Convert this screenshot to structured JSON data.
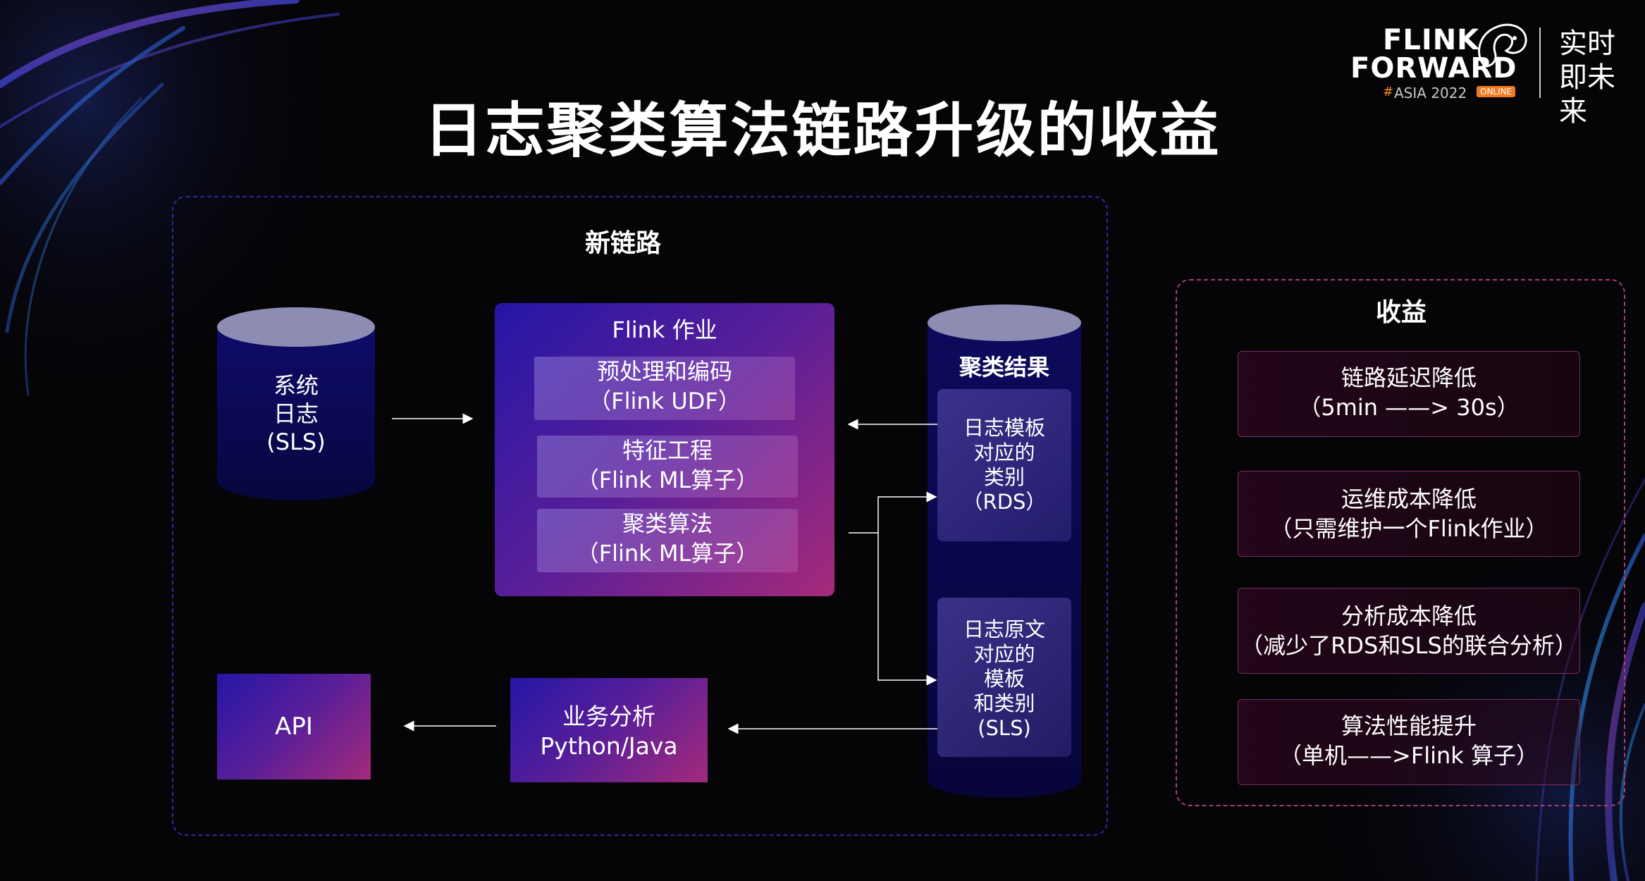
{
  "title": "日志聚类算法链路升级的收益",
  "logo": {
    "line1": "FLINK",
    "line2": "FORWARD",
    "hash": "#",
    "event": "ASIA 2022",
    "badge": "ONLINE",
    "slogan": "实时即未来"
  },
  "pipeline": {
    "heading": "新链路",
    "source": {
      "line1": "系统",
      "line2": "日志",
      "line3": "(SLS)"
    },
    "flink_job": {
      "title": "Flink 作业",
      "steps": [
        {
          "line1": "预处理和编码",
          "line2": "（Flink UDF）"
        },
        {
          "line1": "特征工程",
          "line2": "（Flink ML算子）"
        },
        {
          "line1": "聚类算法",
          "line2": "（Flink ML算子）"
        }
      ]
    },
    "result_store": {
      "title": "聚类结果",
      "item1": {
        "l1": "日志模板",
        "l2": "对应的",
        "l3": "类别",
        "l4": "（RDS）"
      },
      "item2": {
        "l1": "日志原文",
        "l2": "对应的",
        "l3": "模板",
        "l4": "和类别",
        "l5": "(SLS)"
      }
    },
    "api": "API",
    "analysis": {
      "line1": "业务分析",
      "line2": "Python/Java"
    }
  },
  "benefits": {
    "heading": "收益",
    "items": [
      {
        "line1": "链路延迟降低",
        "line2": "（5min ——> 30s）"
      },
      {
        "line1": "运维成本降低",
        "line2": "（只需维护一个Flink作业）"
      },
      {
        "line1": "分析成本降低",
        "line2": "（减少了RDS和SLS的联合分析）"
      },
      {
        "line1": "算法性能提升",
        "line2": "（单机——>Flink 算子）"
      }
    ]
  }
}
